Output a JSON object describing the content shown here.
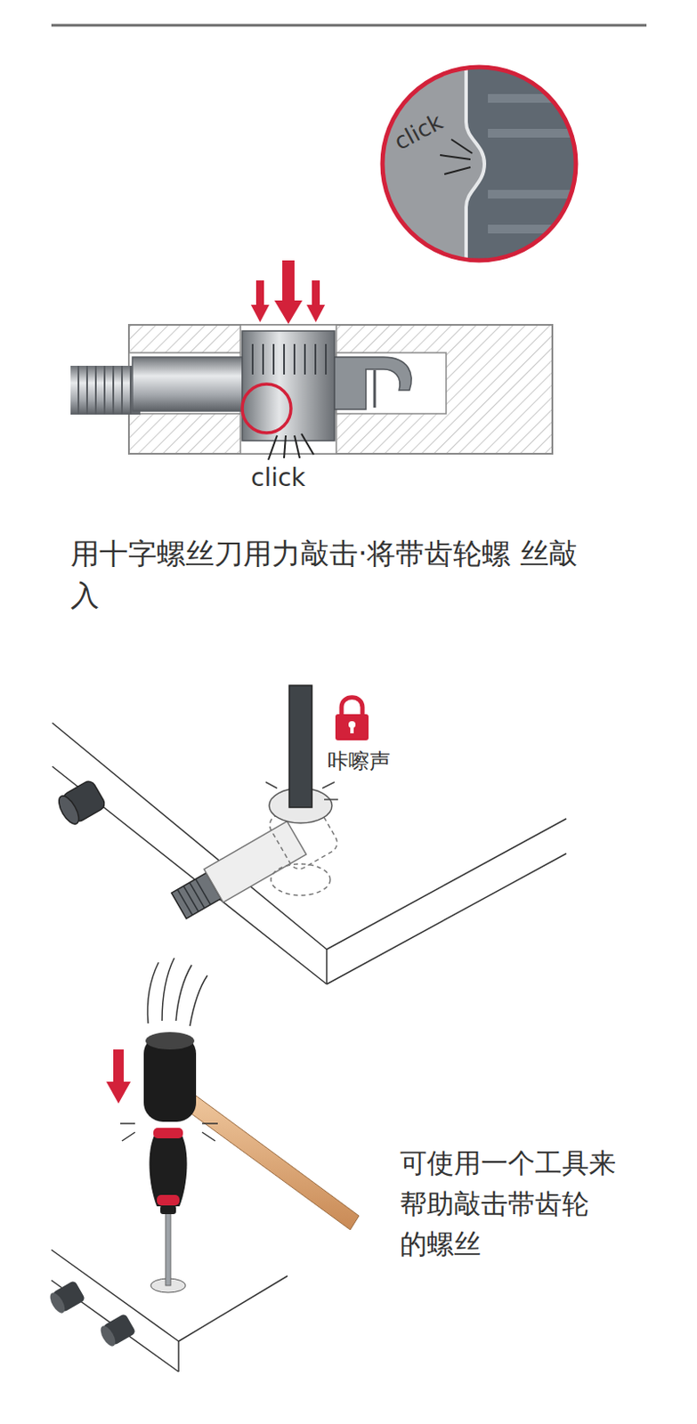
{
  "diagram": {
    "labels": [
      "click",
      "click",
      "用十字螺丝刀用力敲击·将带齿轮螺 丝敲入",
      "咔嚓声",
      "可使用一个工具来 帮助敲击带齿轮 的螺丝"
    ]
  }
}
